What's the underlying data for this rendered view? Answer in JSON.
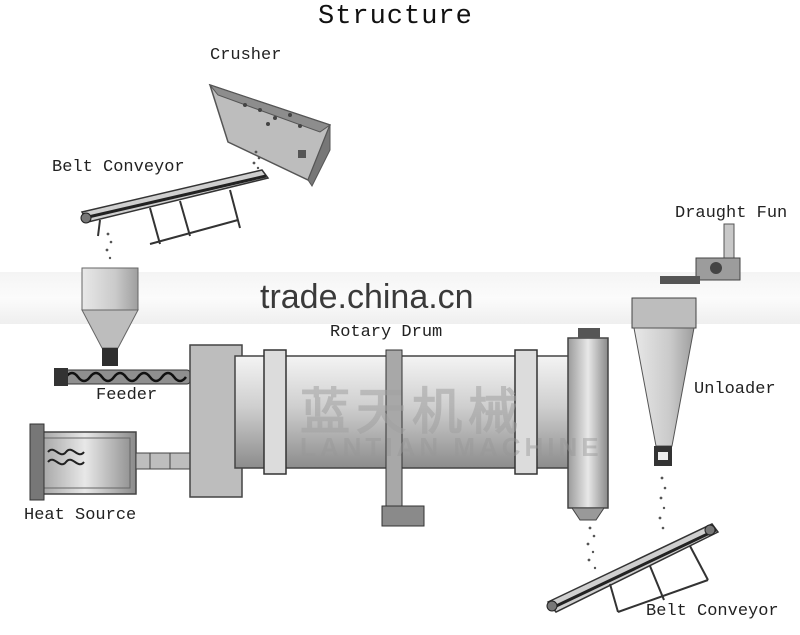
{
  "title": "Structure",
  "labels": {
    "crusher": "Crusher",
    "belt_conveyor_top": "Belt Conveyor",
    "draught_fun": "Draught Fun",
    "rotary_drum": "Rotary Drum",
    "feeder": "Feeder",
    "unloader": "Unloader",
    "heat_source": "Heat Source",
    "belt_conveyor_bottom": "Belt Conveyor"
  },
  "watermarks": {
    "site": "trade.china.cn",
    "brand_cn": "蓝天机械",
    "brand_en": "LANTIAN MACHINE"
  }
}
